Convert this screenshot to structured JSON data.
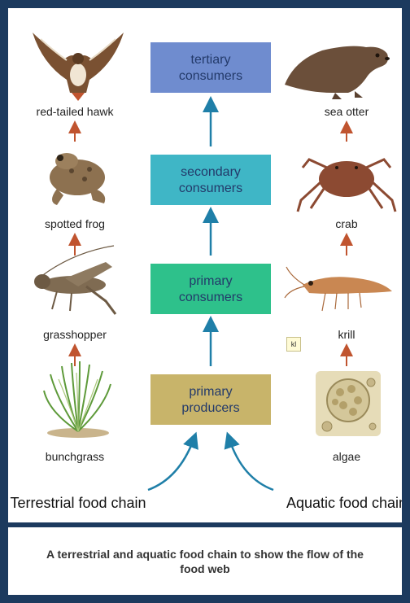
{
  "levels": [
    {
      "label": "tertiary consumers",
      "lines": [
        "tertiary",
        "consumers"
      ],
      "color": "#6f8ccf"
    },
    {
      "label": "secondary consumers",
      "lines": [
        "secondary",
        "consumers"
      ],
      "color": "#3fb6c6"
    },
    {
      "label": "primary consumers",
      "lines": [
        "primary",
        "consumers"
      ],
      "color": "#2ec18b"
    },
    {
      "label": "primary producers",
      "lines": [
        "primary",
        "producers"
      ],
      "color": "#c8b46a"
    }
  ],
  "terrestrial": {
    "title": "Terrestrial food chain",
    "organisms": [
      "red-tailed hawk",
      "spotted frog",
      "grasshopper",
      "bunchgrass"
    ]
  },
  "aquatic": {
    "title": "Aquatic food chain",
    "organisms": [
      "sea otter",
      "crab",
      "krill",
      "algae"
    ]
  },
  "note": "kl",
  "caption": "A terrestrial and aquatic food chain to show the flow of the food web",
  "colors": {
    "frame": "#1c3a5e",
    "arrow_organism": "#c0542f",
    "arrow_level": "#1f7fa8"
  }
}
